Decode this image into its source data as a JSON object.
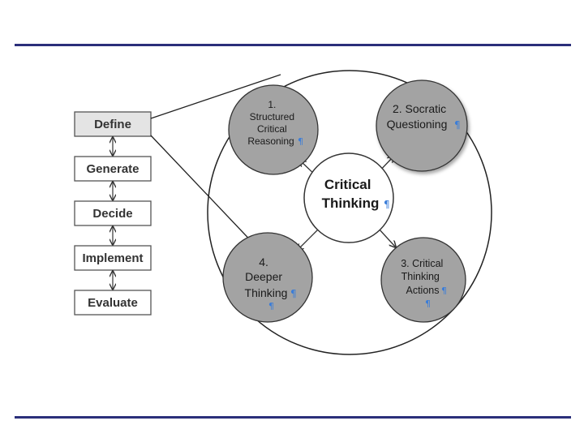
{
  "process_steps": [
    {
      "label": "Define",
      "highlighted": true
    },
    {
      "label": "Generate",
      "highlighted": false
    },
    {
      "label": "Decide",
      "highlighted": false
    },
    {
      "label": "Implement",
      "highlighted": false
    },
    {
      "label": "Evaluate",
      "highlighted": false
    }
  ],
  "center": {
    "lines": [
      "Critical",
      "Thinking"
    ]
  },
  "nodes": [
    {
      "id": "structured-critical-reasoning",
      "lines": [
        "1.",
        "Structured",
        "Critical",
        "Reasoning"
      ]
    },
    {
      "id": "socratic-questioning",
      "lines": [
        "2. Socratic",
        "Questioning"
      ]
    },
    {
      "id": "critical-thinking-actions",
      "lines": [
        "3. Critical",
        "Thinking",
        "Actions"
      ]
    },
    {
      "id": "deeper-thinking",
      "lines": [
        "4.",
        "Deeper",
        "Thinking"
      ]
    }
  ],
  "colors": {
    "rule": "#2b2f7a",
    "node_fill": "#a3a3a3",
    "highlight_fill": "#e4e4e4",
    "border": "#555555",
    "pilcrow": "#3b7dd8"
  }
}
